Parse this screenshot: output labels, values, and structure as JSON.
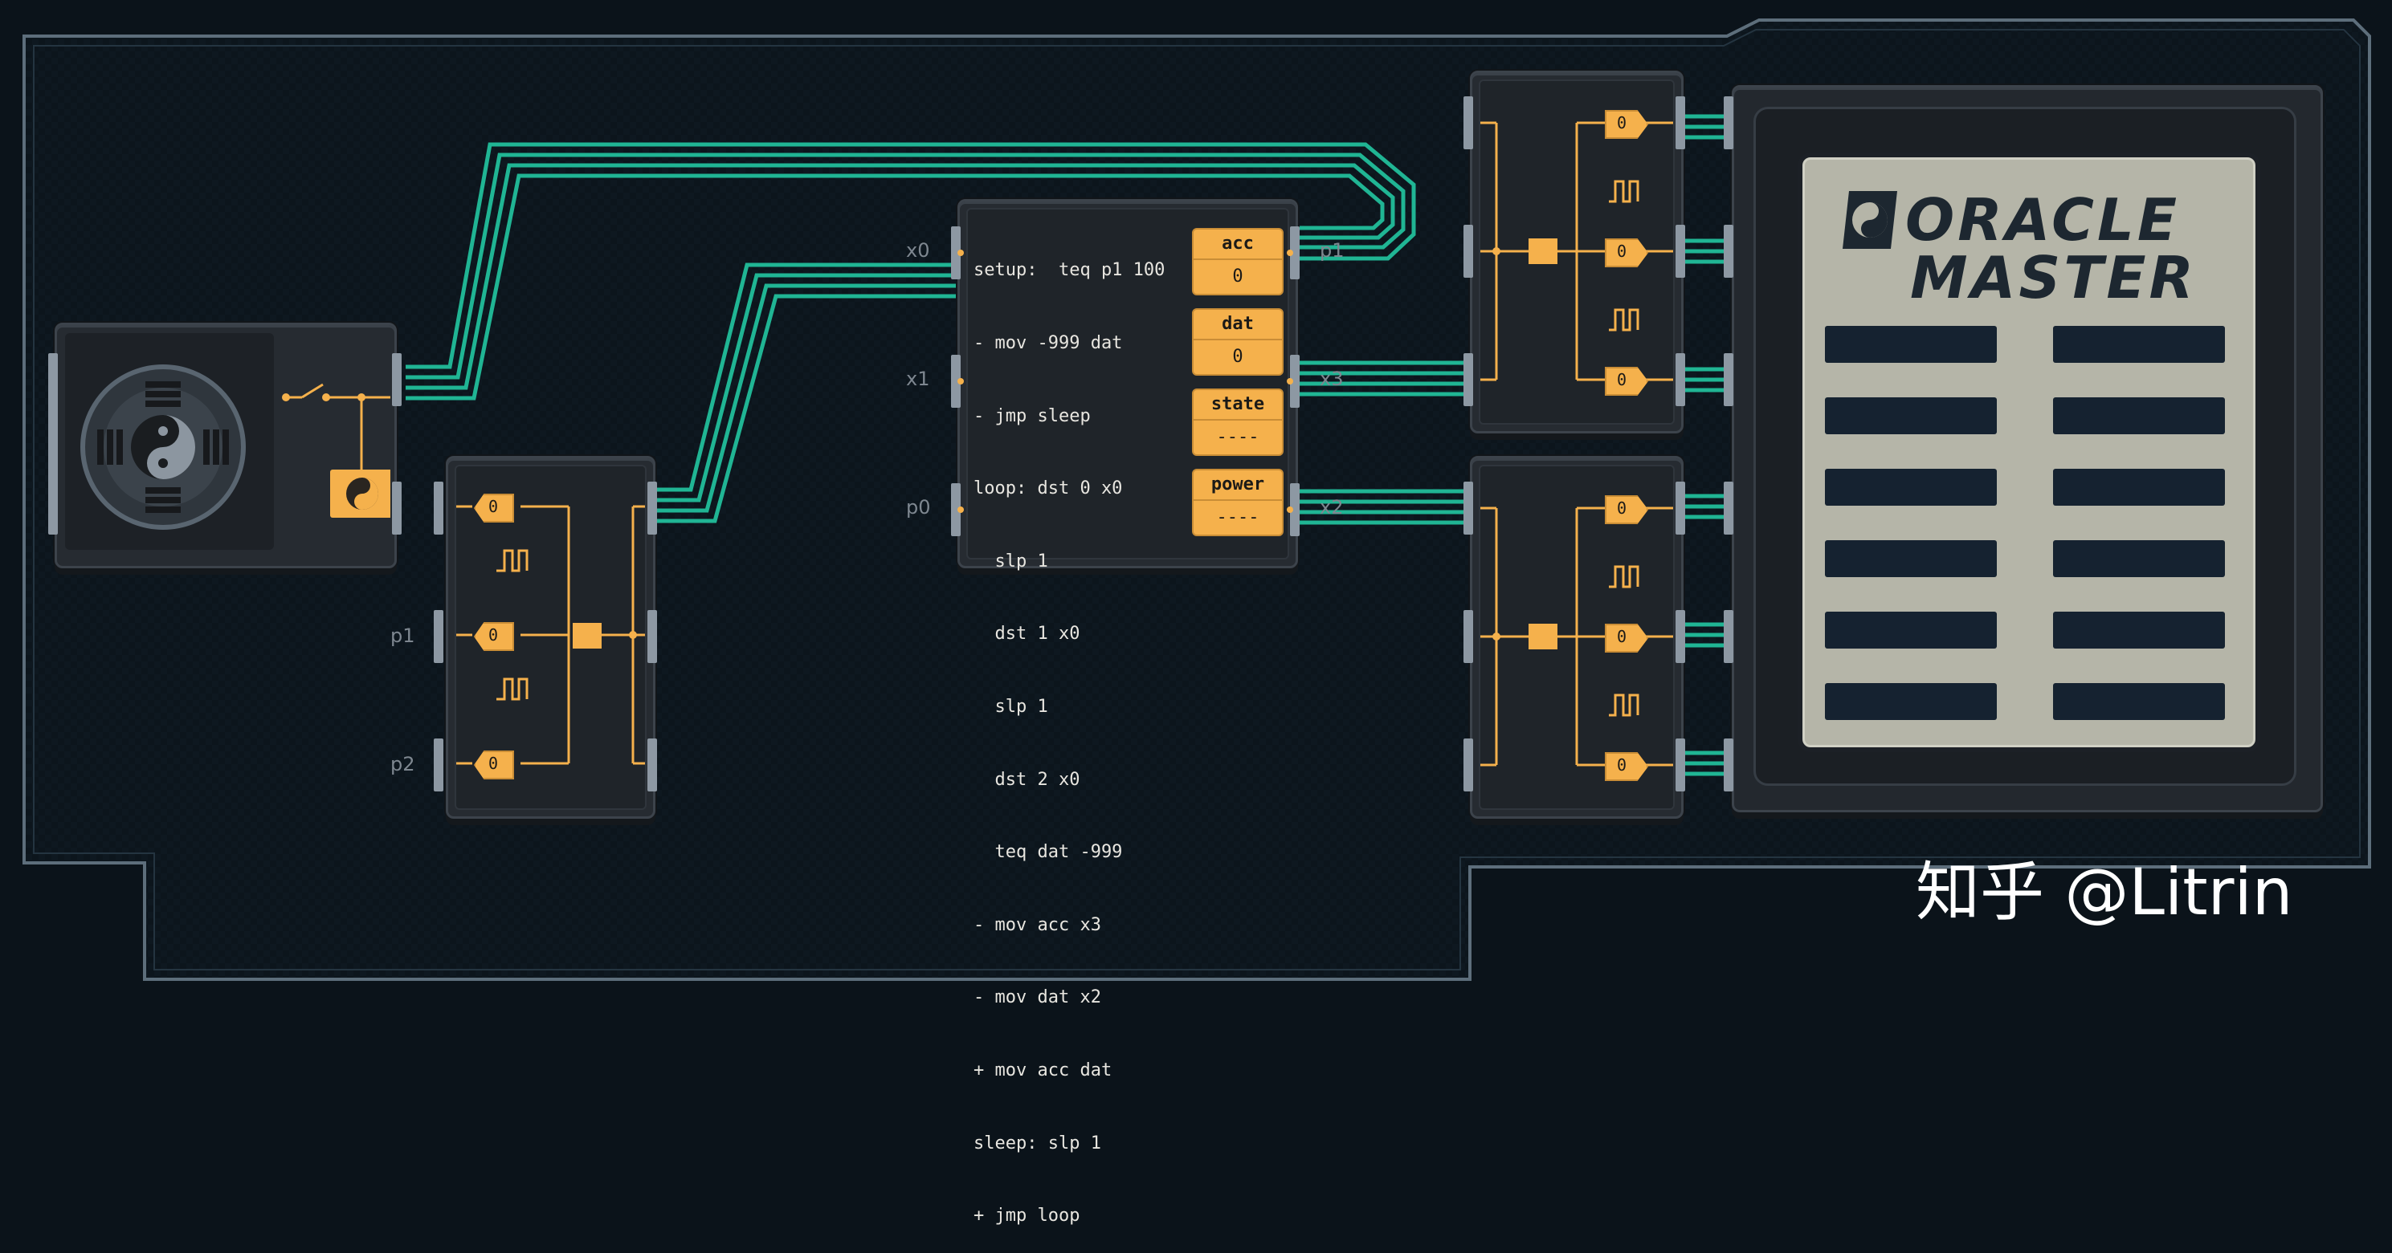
{
  "program": {
    "lines": [
      "setup:  teq p1 100",
      "- mov -999 dat",
      "- jmp sleep",
      "loop: dst 0 x0",
      "  slp 1",
      "  dst 1 x0",
      "  slp 1",
      "  dst 2 x0",
      "  teq dat -999",
      "- mov acc x3",
      "- mov dat x2",
      "+ mov acc dat",
      "sleep: slp 1",
      "+ jmp loop"
    ]
  },
  "registers": [
    {
      "label": "acc",
      "value": "0"
    },
    {
      "label": "dat",
      "value": "0"
    },
    {
      "label": "state",
      "value": "----"
    },
    {
      "label": "power",
      "value": "----"
    }
  ],
  "pins": {
    "x0": "x0",
    "x1": "x1",
    "p0": "p0",
    "p1_out": "p1",
    "x3": "x3",
    "x2": "x2",
    "p1_left": "p1",
    "p2_left": "p2"
  },
  "amplifiers": {
    "left": [
      "0",
      "0",
      "0"
    ],
    "right_top": [
      "0",
      "0",
      "0"
    ],
    "right_bottom": [
      "0",
      "0",
      "0"
    ]
  },
  "display": {
    "title_line1": "ORACLE",
    "title_line2": "MASTER",
    "segment_rows": 6,
    "segment_cols": 2
  },
  "watermark": "知乎 @Litrin",
  "colors": {
    "wire": "#20b594",
    "accent": "#f5b14c",
    "board": "#0b131a"
  }
}
